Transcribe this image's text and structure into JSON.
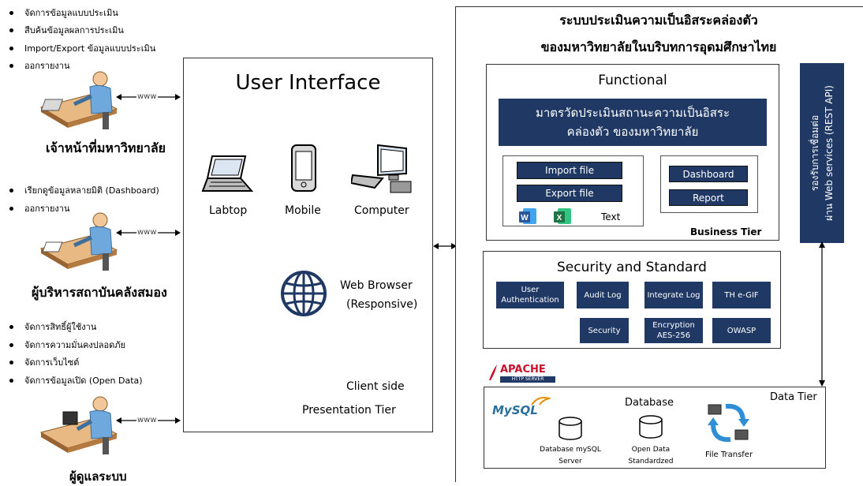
{
  "left": {
    "bullets_admin": [
      "จัดการข้อมูลแบบประเมิน",
      "สืบค้นข้อมูลผลการประเมิน",
      "Import/Export ข้อมูลแบบประเมิน",
      "ออกรายงาน"
    ],
    "bullets_exec": [
      "เรียกดูข้อมูลหลายมิติ (Dashboard)",
      "ออกรายงาน"
    ],
    "bullets_sysadmin": [
      "จัดการสิทธิ์ผู้ใช้งาน",
      "จัดการความมั่นคงปลอดภัย",
      "จัดการเว็บไซต์",
      "จัดการข้อมูลเปิด (Open Data)"
    ],
    "www_label": "www",
    "roles": [
      "เจ้าหน้าที่มหาวิทยาลัย",
      "ผู้บริหารสถาบันคลังสมอง",
      "ผู้ดูแลระบบ"
    ]
  },
  "client": {
    "title": "User Interface",
    "devices": [
      "Labtop",
      "Mobile",
      "Computer"
    ],
    "browser_line1": "Web Browser",
    "browser_line2": "(Responsive)",
    "side": "Client side",
    "tier": "Presentation Tier"
  },
  "system": {
    "title_line1": "ระบบประเมินความเป็นอิสระคล่องตัว",
    "title_line2": "ของมหาวิทยาลัยในบริบทการอุดมศึกษาไทย",
    "functional": {
      "title": "Functional",
      "banner_line1": "มาตรวัดประเมินสถานะความเป็นอิสระ",
      "banner_line2": "คล่องตัว ของมหาวิทยาลัย",
      "import": "Import file",
      "export": "Export file",
      "text_label": "Text",
      "dashboard": "Dashboard",
      "report": "Report",
      "tier": "Business Tier"
    },
    "api_line1": "รองรับการเชื่อมต่อ",
    "api_line2": "ผ่าน Web services (REST API)",
    "security": {
      "title": "Security and Standard",
      "row1": [
        "User Authentication",
        "Audit Log",
        "Integrate Log",
        "TH e-GIF"
      ],
      "row2": [
        "Security",
        "Encryption AES-256",
        "OWASP"
      ]
    },
    "apache": "APACHE",
    "apache_sub": "HTTP SERVER",
    "data": {
      "tier": "Data Tier",
      "mysql": "MySQL",
      "db_title": "Database",
      "items": [
        "Database mySQL Server",
        "Open Data Standardzed",
        "File Transfer"
      ]
    }
  },
  "colors": {
    "navy": "#1f3864",
    "word": "#2b579a",
    "excel": "#217346",
    "apache": "#c8102e"
  }
}
